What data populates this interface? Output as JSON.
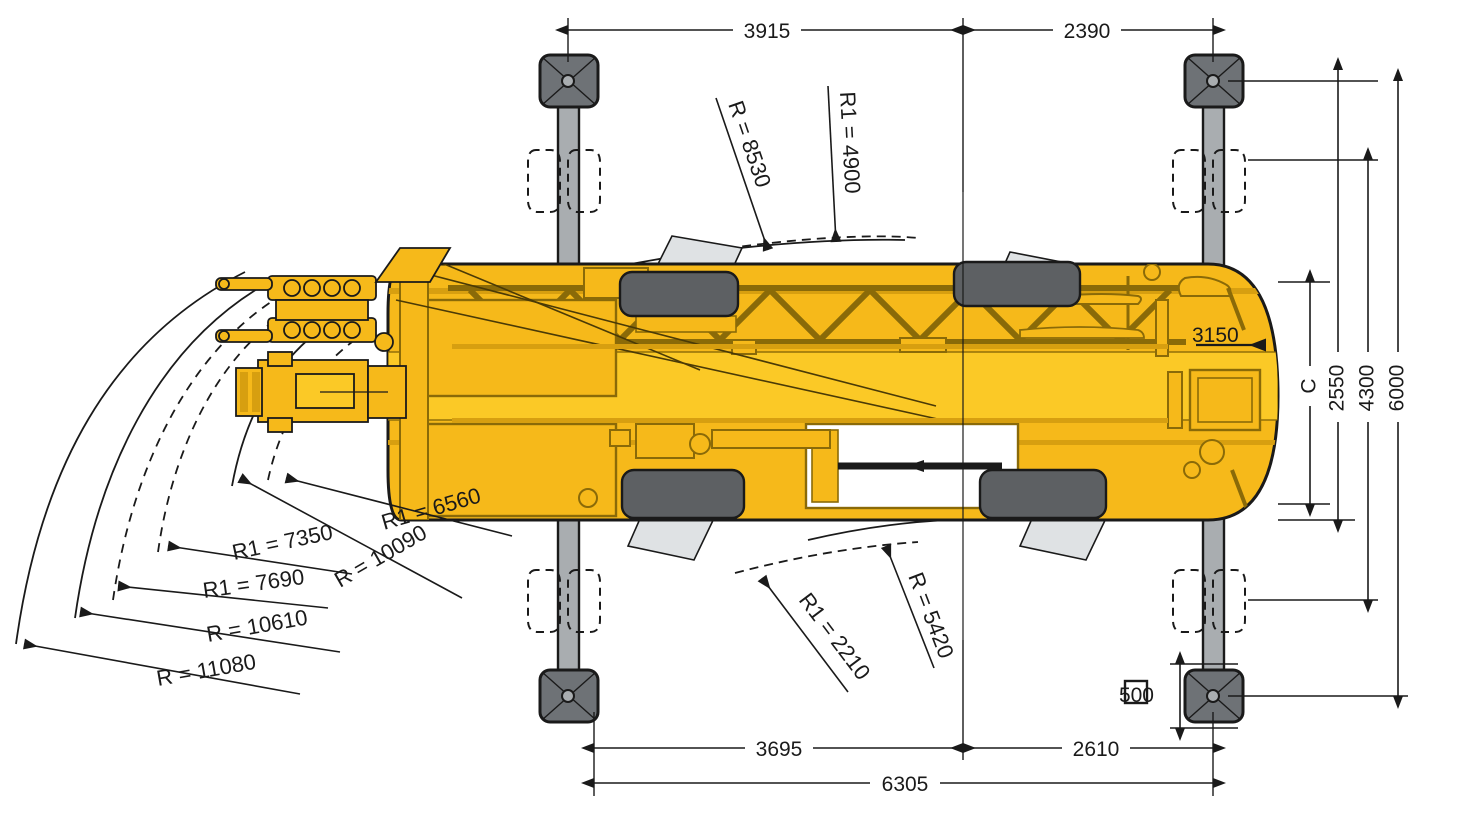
{
  "drawing": {
    "title": "Mobile crane top view dimension drawing",
    "colors": {
      "body": "#F6B91A",
      "body_light": "#FBC926",
      "outline": "#1a1a1a",
      "tire": "#5a5a5a",
      "fender": "#d8dbdd",
      "outrigger_beam": "#9a9a9a",
      "outrigger_pad": "#6b6b6b",
      "dim_line": "#1a1a1a",
      "background": "#ffffff"
    }
  },
  "dimensions": {
    "top": [
      {
        "id": "top-left-span",
        "value": "3915"
      },
      {
        "id": "top-right-span",
        "value": "2390"
      }
    ],
    "bottom": [
      {
        "id": "bottom-left-span",
        "value": "3695"
      },
      {
        "id": "bottom-right-span",
        "value": "2610"
      },
      {
        "id": "bottom-total-span",
        "value": "6305"
      }
    ],
    "right": [
      {
        "id": "right-c",
        "value": "C"
      },
      {
        "id": "right-2550",
        "value": "2550"
      },
      {
        "id": "right-4300",
        "value": "4300"
      },
      {
        "id": "right-6000",
        "value": "6000"
      }
    ],
    "body": [
      {
        "id": "body-width",
        "value": "3150"
      }
    ],
    "pad": {
      "symbol": "square",
      "value": "500"
    }
  },
  "radii": {
    "top": [
      {
        "id": "r-8530",
        "label": "R = 8530"
      },
      {
        "id": "r1-4900",
        "label": "R1 = 4900"
      }
    ],
    "bottom": [
      {
        "id": "r1-2210",
        "label": "R1 = 2210"
      },
      {
        "id": "r-5420",
        "label": "R = 5420"
      }
    ],
    "left": [
      {
        "id": "r1-6560",
        "label": "R1 = 6560"
      },
      {
        "id": "r-10090",
        "label": "R = 10090"
      },
      {
        "id": "r1-7350",
        "label": "R1 = 7350"
      },
      {
        "id": "r1-7690",
        "label": "R1 = 7690"
      },
      {
        "id": "r-10610",
        "label": "R = 10610"
      },
      {
        "id": "r-11080",
        "label": "R = 11080"
      }
    ]
  }
}
